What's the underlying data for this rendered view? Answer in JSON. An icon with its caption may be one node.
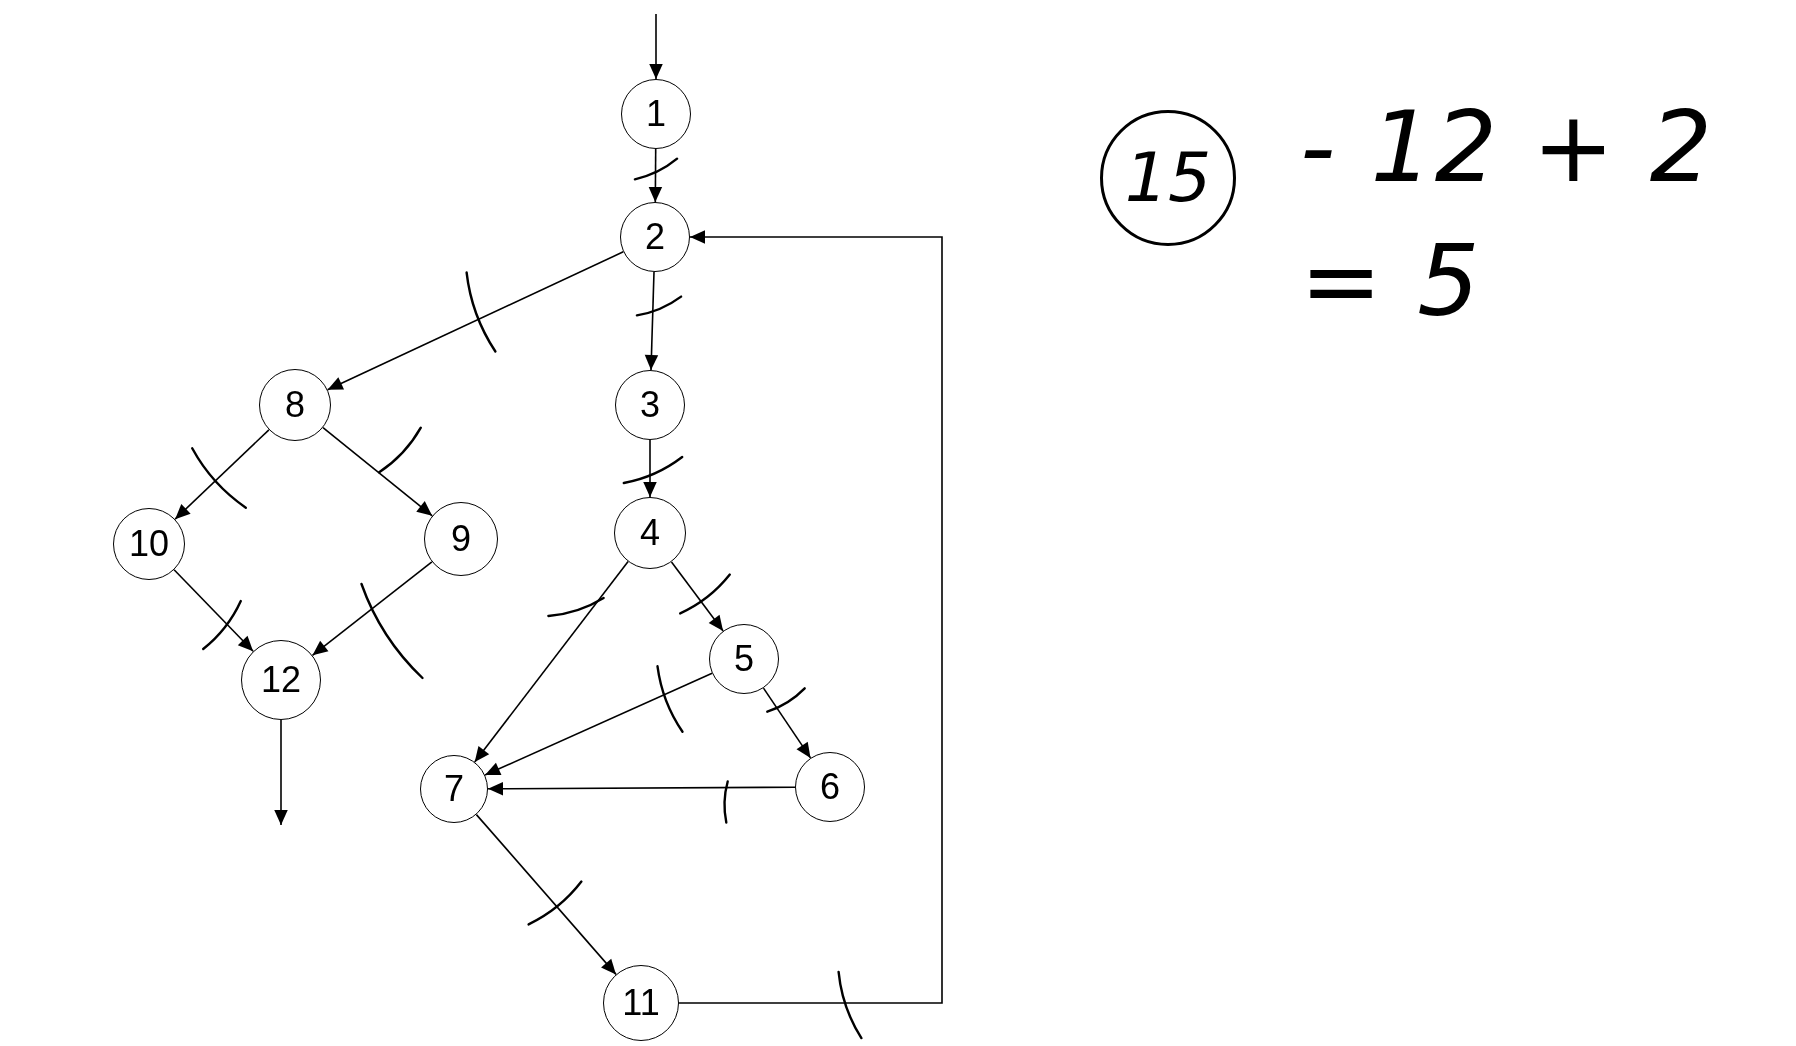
{
  "diagram": {
    "nodes": [
      {
        "text": [
          "1"
        ]
      },
      {
        "text": [
          "2"
        ]
      },
      {
        "text": [
          "3"
        ]
      },
      {
        "text": [
          "4"
        ]
      },
      {
        "text": [
          "5"
        ]
      },
      {
        "text": [
          "6"
        ]
      },
      {
        "text": [
          "7"
        ]
      },
      {
        "text": [
          "8"
        ]
      },
      {
        "text": [
          "9"
        ]
      },
      {
        "text": [
          "10"
        ]
      },
      {
        "text": [
          "11"
        ]
      },
      {
        "text": [
          "12"
        ]
      },
      {
        "text": [
          "15"
        ]
      }
    ],
    "edges": [
      {
        "from": null,
        "to": 0,
        "arrow": "to"
      },
      {
        "from": 0,
        "to": 1,
        "arrow": "to"
      },
      {
        "from": 1,
        "to": 7,
        "arrow": "to"
      },
      {
        "from": 1,
        "to": 2,
        "arrow": "to"
      },
      {
        "from": 7,
        "to": 9,
        "arrow": "to"
      },
      {
        "from": 7,
        "to": 8,
        "arrow": "to"
      },
      {
        "from": 2,
        "to": 3,
        "arrow": "to"
      },
      {
        "from": 9,
        "to": 11,
        "arrow": "to"
      },
      {
        "from": 8,
        "to": 11,
        "arrow": "to"
      },
      {
        "from": 3,
        "to": 6,
        "arrow": "to"
      },
      {
        "from": 3,
        "to": 4,
        "arrow": "to"
      },
      {
        "from": 4,
        "to": 6,
        "arrow": "to"
      },
      {
        "from": 4,
        "to": 5,
        "arrow": "to"
      },
      {
        "from": 5,
        "to": 6,
        "arrow": "to"
      },
      {
        "from": 6,
        "to": 10,
        "arrow": "to"
      },
      {
        "from": 10,
        "to": 1,
        "arrow": "to"
      },
      {
        "from": 11,
        "to": null,
        "arrow": "to"
      }
    ],
    "labels": [
      "- 12 + 2",
      "= 5"
    ]
  }
}
